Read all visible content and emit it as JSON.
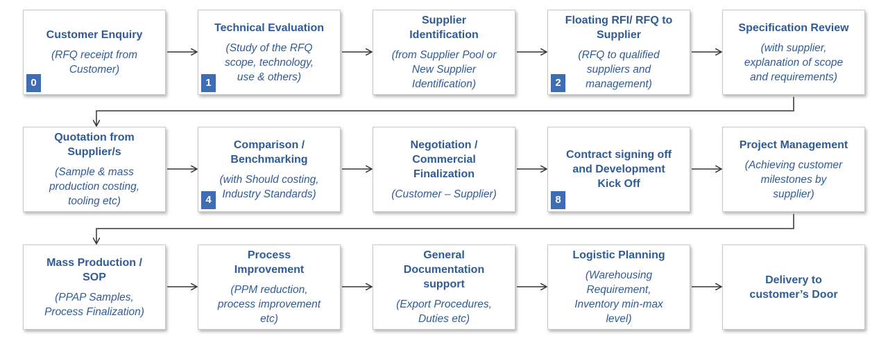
{
  "rows": [
    [
      {
        "title": "Customer Enquiry",
        "subtitle": "(RFQ receipt from\nCustomer)",
        "badge": "0"
      },
      {
        "title": "Technical Evaluation",
        "subtitle": "(Study of the RFQ\nscope, technology,\nuse & others)",
        "badge": "1"
      },
      {
        "title": "Supplier\nIdentification",
        "subtitle": "(from Supplier Pool or\nNew Supplier\nIdentification)",
        "badge": ""
      },
      {
        "title": "Floating  RFI/ RFQ to\nSupplier",
        "subtitle": "(RFQ to qualified\nsuppliers and\nmanagement)",
        "badge": "2"
      },
      {
        "title": "Specification Review",
        "subtitle": "(with supplier,\nexplanation of scope\nand requirements)",
        "badge": ""
      }
    ],
    [
      {
        "title": "Quotation from\nSupplier/s",
        "subtitle": "(Sample & mass\nproduction costing,\ntooling etc)",
        "badge": ""
      },
      {
        "title": "Comparison /\nBenchmarking",
        "subtitle": "(with Should costing,\nIndustry Standards)",
        "badge": "4"
      },
      {
        "title": "Negotiation /\nCommercial\nFinalization",
        "subtitle": "(Customer – Supplier)",
        "badge": ""
      },
      {
        "title": "Contract signing off\nand Development\nKick Off",
        "subtitle": "",
        "badge": "8"
      },
      {
        "title": "Project Management",
        "subtitle": "(Achieving customer\nmilestones by\nsupplier)",
        "badge": ""
      }
    ],
    [
      {
        "title": "Mass Production /\nSOP",
        "subtitle": "(PPAP Samples,\nProcess Finalization)",
        "badge": ""
      },
      {
        "title": "Process\nImprovement",
        "subtitle": "(PPM reduction,\nprocess improvement\netc)",
        "badge": ""
      },
      {
        "title": "General\nDocumentation\nsupport",
        "subtitle": "(Export Procedures,\nDuties etc)",
        "badge": ""
      },
      {
        "title": "Logistic Planning",
        "subtitle": "(Warehousing\nRequirement,\nInventory min-max\nlevel)",
        "badge": ""
      },
      {
        "title": "Delivery to\ncustomer’s Door",
        "subtitle": "",
        "badge": ""
      }
    ]
  ],
  "colors": {
    "text": "#2f5b97",
    "badge": "#3f6db3",
    "border": "#c8c8c8",
    "arrow": "#333333"
  }
}
